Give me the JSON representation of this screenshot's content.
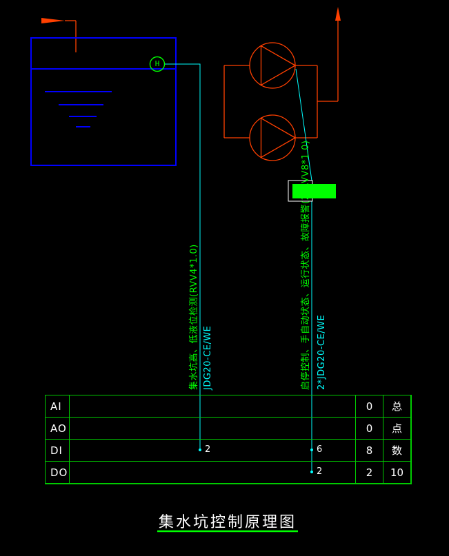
{
  "title": "集水坑控制原理图",
  "sensor": {
    "label": "H"
  },
  "cables": {
    "level_signal": "集水坑高、低液位检测(RVV4*1.0)",
    "level_conduit": "JDG20-CE/WE",
    "control_signal": "启停控制、手自动状态、运行状态、故障报警(2*RVV8*1.0)",
    "control_conduit": "2*JDG20-CE/WE"
  },
  "io_table": {
    "rows": [
      {
        "label": "AI",
        "count": "0",
        "right": "总"
      },
      {
        "label": "AO",
        "count": "0",
        "right": "点"
      },
      {
        "label": "DI",
        "count": "8",
        "right": "数"
      },
      {
        "label": "DO",
        "count": "2",
        "right": "10"
      }
    ],
    "total_label": "总点数",
    "total_value": "10",
    "taps": [
      {
        "row": "DI",
        "value": "2"
      },
      {
        "row": "DI",
        "value": "6"
      },
      {
        "row": "DO",
        "value": "2"
      }
    ]
  },
  "colors": {
    "background": "#000000",
    "tank": "#0000ff",
    "pipe": "#ff4000",
    "signal": "#00ffff",
    "annotation": "#00ff00",
    "table_line": "#00cc00",
    "text": "#ffffff"
  }
}
